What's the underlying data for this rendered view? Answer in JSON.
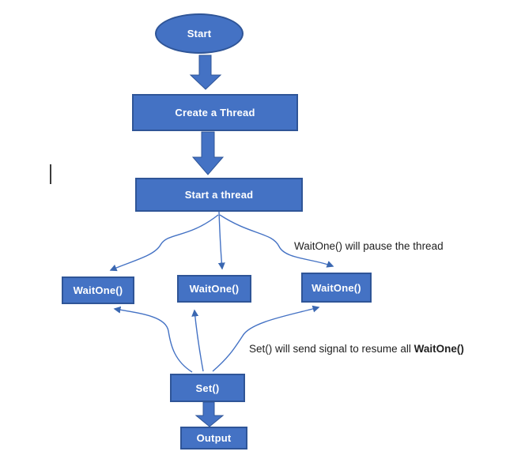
{
  "diagram": {
    "nodes": {
      "start": "Start",
      "create_thread": "Create a Thread",
      "start_thread": "Start a thread",
      "waitone_left": "WaitOne()",
      "waitone_center": "WaitOne()",
      "waitone_right": "WaitOne()",
      "set": "Set()",
      "output": "Output"
    },
    "annotations": {
      "pause_note": "WaitOne() will pause the thread",
      "resume_note_prefix": "Set() will send signal to resume all ",
      "resume_note_bold": "WaitOne()"
    },
    "edges": [
      {
        "from": "start",
        "to": "create_thread",
        "style": "block-arrow"
      },
      {
        "from": "create_thread",
        "to": "start_thread",
        "style": "block-arrow"
      },
      {
        "from": "start_thread",
        "to": "waitone_left",
        "style": "curved-arrow"
      },
      {
        "from": "start_thread",
        "to": "waitone_center",
        "style": "curved-arrow"
      },
      {
        "from": "start_thread",
        "to": "waitone_right",
        "style": "curved-arrow"
      },
      {
        "from": "set",
        "to": "waitone_left",
        "style": "curved-arrow"
      },
      {
        "from": "set",
        "to": "waitone_center",
        "style": "curved-arrow"
      },
      {
        "from": "set",
        "to": "waitone_right",
        "style": "curved-arrow"
      },
      {
        "from": "set",
        "to": "output",
        "style": "block-arrow"
      }
    ],
    "colors": {
      "shape_fill": "#4472C4",
      "shape_border": "#2F5597",
      "connector_stroke": "#4472C4",
      "arrowhead_fill": "#3A67B1",
      "shape_text": "#FFFFFF",
      "annotation_text": "#1F1F1F",
      "background": "#FFFFFF"
    }
  }
}
